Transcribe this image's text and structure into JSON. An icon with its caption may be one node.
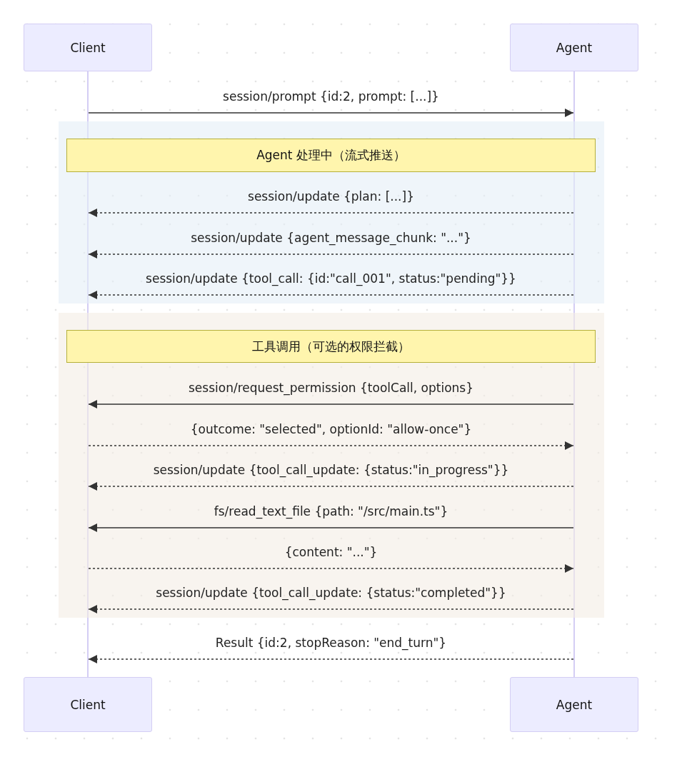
{
  "diagram": {
    "nodes": [
      {
        "text": [
          "Client"
        ]
      },
      {
        "text": [
          "Agent"
        ]
      },
      {
        "text": [],
        "shape": "bar"
      },
      {
        "text": [],
        "shape": "bar"
      },
      {
        "text": [],
        "shape": "box"
      },
      {
        "text": [
          "Agent 处理中（流式推送）"
        ],
        "in": 4
      },
      {
        "text": [],
        "shape": "box"
      },
      {
        "text": [
          "工具调用（可选的权限拦截）"
        ],
        "in": 6
      },
      {
        "text": [
          "Client"
        ]
      },
      {
        "text": [
          "Agent"
        ]
      }
    ],
    "edges": [
      {
        "from": 2,
        "to": 3,
        "arrow": "to",
        "label": "session/prompt {id:2, prompt: [...]}"
      },
      {
        "from": 3,
        "to": 2,
        "arrow": "to",
        "style": "dashed",
        "label": "session/update {plan: [...]}"
      },
      {
        "from": 3,
        "to": 2,
        "arrow": "to",
        "style": "dashed",
        "label": "session/update {agent_message_chunk: \"...\"}"
      },
      {
        "from": 3,
        "to": 2,
        "arrow": "to",
        "style": "dashed",
        "label": "session/update {tool_call: {id:\"call_001\", status:\"pending\"}}"
      },
      {
        "from": 3,
        "to": 2,
        "arrow": "to",
        "label": "session/request_permission {toolCall, options}"
      },
      {
        "from": 2,
        "to": 3,
        "arrow": "to",
        "style": "dashed",
        "label": "{outcome: \"selected\", optionId: \"allow-once\"}"
      },
      {
        "from": 3,
        "to": 2,
        "arrow": "to",
        "style": "dashed",
        "label": "session/update {tool_call_update: {status:\"in_progress\"}}"
      },
      {
        "from": 3,
        "to": 2,
        "arrow": "to",
        "label": "fs/read_text_file {path: \"/src/main.ts\"}"
      },
      {
        "from": 2,
        "to": 3,
        "arrow": "to",
        "style": "dashed",
        "label": "{content: \"...\"}"
      },
      {
        "from": 3,
        "to": 2,
        "arrow": "to",
        "style": "dashed",
        "label": "session/update {tool_call_update: {status:\"completed\"}}"
      },
      {
        "from": 3,
        "to": 2,
        "arrow": "to",
        "style": "dashed",
        "label": "Result {id:2, stopReason: \"end_turn\"}"
      }
    ]
  }
}
